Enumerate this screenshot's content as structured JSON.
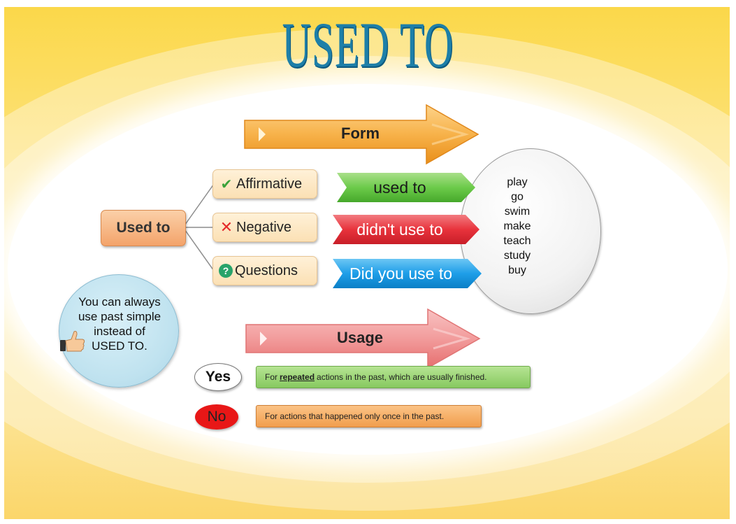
{
  "title": "USED TO",
  "form_arrow": {
    "label": "Form",
    "color": "#f5a623"
  },
  "root": {
    "label": "Used to"
  },
  "branches": [
    {
      "label": "Affirmative",
      "icon": "check-icon"
    },
    {
      "label": "Negative",
      "icon": "cross-icon"
    },
    {
      "label": "Questions",
      "icon": "question-icon"
    }
  ],
  "forms": [
    {
      "label": "used to",
      "color": "#5cbf3f",
      "text_color": "#1a1a1a"
    },
    {
      "label": "didn't use to",
      "color": "#e8333c",
      "text_color": "#ffffff"
    },
    {
      "label": "Did you use to",
      "color": "#1e9ee8",
      "text_color": "#ffffff"
    }
  ],
  "verbs": [
    "play",
    "go",
    "swim",
    "make",
    "teach",
    "study",
    "buy"
  ],
  "tip": {
    "text": "You can always use past simple instead of USED TO.",
    "icon": "thumbs-up-icon"
  },
  "usage_arrow": {
    "label": "Usage",
    "color": "#f08c8c"
  },
  "usage": {
    "yes": {
      "label": "Yes",
      "text_before": "For",
      "text_emphasis": "repeated",
      "text_after": "actions in the past, which are usually finished."
    },
    "no": {
      "label": "No",
      "text": "For actions that happened only once in the past."
    }
  }
}
